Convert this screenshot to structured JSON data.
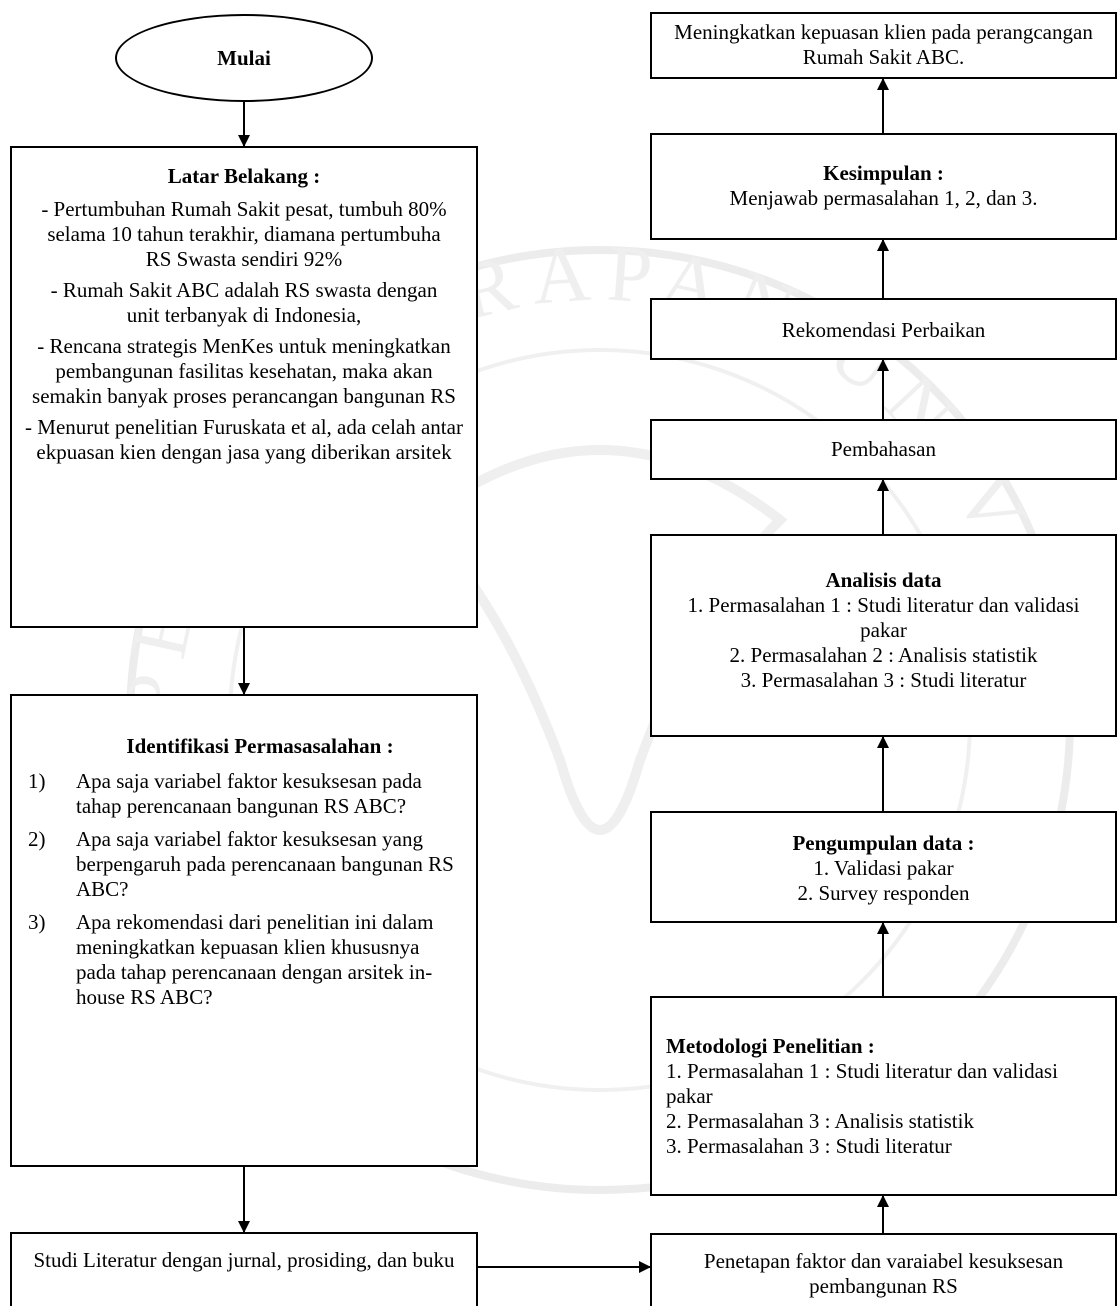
{
  "start": {
    "label": "Mulai"
  },
  "latar_belakang": {
    "title": "Latar Belakang :",
    "points": [
      "- Pertumbuhan Rumah Sakit pesat, tumbuh 80% selama 10 tahun terakhir, diamana pertumbuha RS Swasta sendiri 92%",
      "- Rumah Sakit ABC adalah RS swasta dengan unit terbanyak di Indonesia,",
      "- Rencana strategis MenKes untuk meningkatkan pembangunan fasilitas kesehatan, maka akan semakin banyak proses perancangan  bangunan RS",
      "- Menurut penelitian Furuskata et al, ada celah antar ekpuasan kien dengan jasa yang diberikan arsitek"
    ]
  },
  "identifikasi": {
    "title": "Identifikasi  Permasasalahan :",
    "questions": [
      {
        "num": "1)",
        "text": "Apa saja variabel faktor kesuksesan pada tahap perencanaan  bangunan RS ABC?"
      },
      {
        "num": "2)",
        "text": "Apa saja variabel faktor kesuksesan yang berpengaruh pada perencanaan  bangunan RS ABC?"
      },
      {
        "num": "3)",
        "text": "Apa rekomendasi dari penelitian ini dalam meningkatkan  kepuasan klien khususnya pada tahap perencanaan  dengan arsitek in-house RS ABC?"
      }
    ]
  },
  "studi_literatur": {
    "text": "Studi Literatur dengan jurnal, prosiding, dan buku"
  },
  "penetapan": {
    "text": "Penetapan faktor dan varaiabel kesuksesan pembangunan  RS"
  },
  "metodologi": {
    "title": "Metodologi Penelitian :",
    "lines": [
      "1. Permasalahan  1 : Studi literatur dan validasi pakar",
      "2. Permasalahan 3 : Analisis statistik",
      "3. Permasalahan 3 : Studi literatur"
    ]
  },
  "pengumpulan": {
    "title": "Pengumpulan data :",
    "lines": [
      "1. Validasi pakar",
      "2. Survey responden"
    ]
  },
  "analisis": {
    "title": "Analisis data",
    "lines": [
      "1. Permasalahan  1 : Studi literatur dan validasi pakar",
      "2. Permasalahan 2 : Analisis statistik",
      "3. Permasalahan 3 : Studi literatur"
    ]
  },
  "pembahasan": {
    "text": "Pembahasan"
  },
  "rekomendasi": {
    "text": "Rekomendasi  Perbaikan"
  },
  "kesimpulan": {
    "title": "Kesimpulan :",
    "text": "Menjawab permasalahan  1, 2, dan 3."
  },
  "goal": {
    "text": "Meningkatkan  kepuasan klien pada perangcangan  Rumah Sakit ABC."
  },
  "watermark": {
    "text": "PELITA HARAPAN UNIVERSITAS"
  }
}
